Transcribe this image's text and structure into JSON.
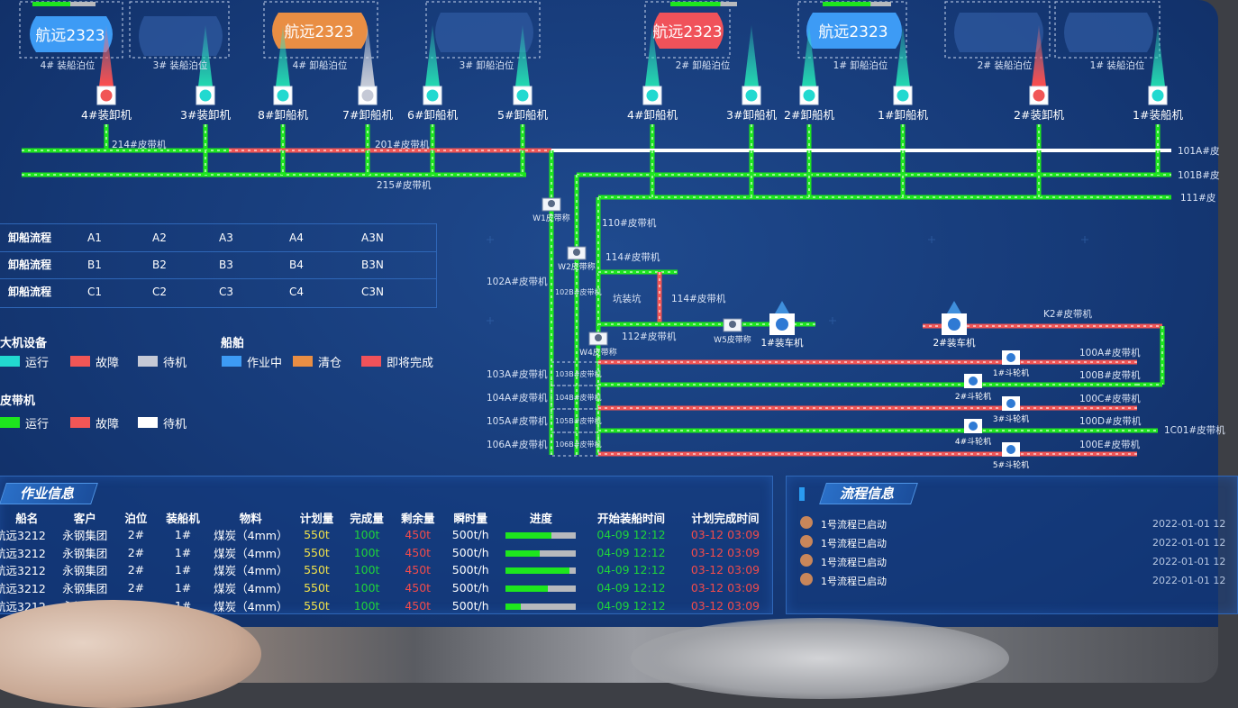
{
  "ships": [
    {
      "name": "航远2323",
      "color": "#3d9bf5"
    },
    {
      "name": "航远2323",
      "color": "#e98e44"
    },
    {
      "name": "航远2323",
      "color": "#f0525a"
    },
    {
      "name": "航远2323",
      "color": "#3d9bf5"
    }
  ],
  "berths": [
    "4# 装船泊位",
    "3# 装船泊位",
    "4# 卸船泊位",
    "3# 卸船泊位",
    "2# 卸船泊位",
    "1# 卸船泊位",
    "2# 装船泊位",
    "1# 装船泊位"
  ],
  "machines": [
    "4#装卸机",
    "3#装卸机",
    "8#卸船机",
    "7#卸船机",
    "6#卸船机",
    "5#卸船机",
    "4#卸船机",
    "3#卸船机",
    "2#卸船机",
    "1#卸船机",
    "2#装卸机",
    "1#装船机"
  ],
  "belts": {
    "b214": "214#皮带机",
    "b201": "201#皮带机",
    "b215": "215#皮带机",
    "b101a": "101A#皮",
    "b101b": "101B#皮",
    "b111": "111#皮",
    "b110": "110#皮带机",
    "b114a": "114#皮带机",
    "b114b": "114#皮带机",
    "b112": "112#皮带机",
    "b102a": "102A#皮带机",
    "b102b": "102B#皮带机",
    "b103a": "103A#皮带机",
    "b104a": "104A#皮带机",
    "b105a": "105A#皮带机",
    "b106a": "106A#皮带机",
    "b103b": "103B#皮带机",
    "b104b": "104B#皮带机",
    "b105b": "105B#皮带机",
    "b106b": "106B#皮带机",
    "k2": "K2#皮带机",
    "b100a": "100A#皮带机",
    "b100b": "100B#皮带机",
    "b100c": "100C#皮带机",
    "b100d": "100D#皮带机",
    "b100e": "100E#皮带机",
    "c01": "1C01#皮带机",
    "pit": "坑装坑"
  },
  "scales": [
    "W1皮带称",
    "W2皮带称",
    "W4皮带称",
    "W5皮带称"
  ],
  "loaders": [
    "1#装车机",
    "2#装车机"
  ],
  "buckets": [
    "1#斗轮机",
    "2#斗轮机",
    "3#斗轮机",
    "4#斗轮机",
    "5#斗轮机"
  ],
  "process_table": {
    "rows": [
      {
        "label": "卸船流程",
        "cells": [
          "A1",
          "A2",
          "A3",
          "A4",
          "A3N"
        ]
      },
      {
        "label": "卸船流程",
        "cells": [
          "B1",
          "B2",
          "B3",
          "B4",
          "B3N"
        ]
      },
      {
        "label": "卸船流程",
        "cells": [
          "C1",
          "C2",
          "C3",
          "C4",
          "C3N"
        ]
      }
    ]
  },
  "legend": {
    "machine_title": "大机设备",
    "run": "运行",
    "fault": "故障",
    "idle": "待机",
    "ship_title": "船舶",
    "working": "作业中",
    "clearing": "清仓",
    "almost_done": "即将完成",
    "belt_title": "皮带机",
    "belt_run": "运行",
    "belt_fault": "故障",
    "belt_idle": "待机"
  },
  "colors": {
    "run": "#22d9d0",
    "fault": "#f15656",
    "idle": "#c5c9d6",
    "ship_working": "#3d9bf5",
    "ship_clearing": "#e98e44",
    "ship_done": "#f0525a",
    "belt_run": "#1ee61e",
    "belt_fault": "#f15656",
    "belt_idle": "#ffffff"
  },
  "job_panel": {
    "title": "作业信息",
    "headers": [
      "船名",
      "客户",
      "泊位",
      "装船机",
      "物料",
      "计划量",
      "完成量",
      "剩余量",
      "瞬时量",
      "进度",
      "开始装船时间",
      "计划完成时间"
    ],
    "rows": [
      {
        "ship": "航远3212",
        "customer": "永钢集团",
        "berth": "2#",
        "loader": "1#",
        "material": "煤炭（4mm）",
        "plan": "550t",
        "done": "100t",
        "remain": "450t",
        "rate": "500t/h",
        "progress": 0.65,
        "start": "04-09 12:12",
        "end": "03-12 03:09"
      },
      {
        "ship": "航远3212",
        "customer": "永钢集团",
        "berth": "2#",
        "loader": "1#",
        "material": "煤炭（4mm）",
        "plan": "550t",
        "done": "100t",
        "remain": "450t",
        "rate": "500t/h",
        "progress": 0.48,
        "start": "04-09 12:12",
        "end": "03-12 03:09"
      },
      {
        "ship": "航远3212",
        "customer": "永钢集团",
        "berth": "2#",
        "loader": "1#",
        "material": "煤炭（4mm）",
        "plan": "550t",
        "done": "100t",
        "remain": "450t",
        "rate": "500t/h",
        "progress": 0.9,
        "start": "04-09 12:12",
        "end": "03-12 03:09"
      },
      {
        "ship": "航远3212",
        "customer": "永钢集团",
        "berth": "2#",
        "loader": "1#",
        "material": "煤炭（4mm）",
        "plan": "550t",
        "done": "100t",
        "remain": "450t",
        "rate": "500t/h",
        "progress": 0.6,
        "start": "04-09 12:12",
        "end": "03-12 03:09"
      },
      {
        "ship": "航远3212",
        "customer": "永钢集团",
        "berth": "2#",
        "loader": "1#",
        "material": "煤炭（4mm）",
        "plan": "550t",
        "done": "100t",
        "remain": "450t",
        "rate": "500t/h",
        "progress": 0.22,
        "start": "04-09 12:12",
        "end": "03-12 03:09"
      }
    ]
  },
  "flow_panel": {
    "title": "流程信息",
    "items": [
      {
        "text": "1号流程已启动",
        "time": "2022-01-01 12"
      },
      {
        "text": "1号流程已启动",
        "time": "2022-01-01 12"
      },
      {
        "text": "1号流程已启动",
        "time": "2022-01-01 12"
      },
      {
        "text": "1号流程已启动",
        "time": "2022-01-01 12"
      }
    ]
  }
}
